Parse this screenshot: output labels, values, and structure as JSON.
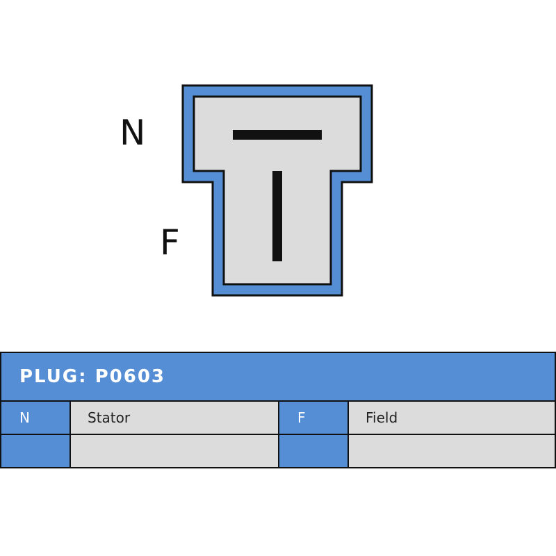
{
  "diagram": {
    "pin_labels": [
      "N",
      "F"
    ],
    "colors": {
      "housing_outer": "#558ed5",
      "housing_inner": "#dcdcdc",
      "outline": "#111111",
      "terminal": "#111111"
    }
  },
  "table": {
    "title": "PLUG: P0603",
    "rows": [
      {
        "code_1": "N",
        "desc_1": "Stator",
        "code_2": "F",
        "desc_2": "Field"
      },
      {
        "code_1": "",
        "desc_1": "",
        "code_2": "",
        "desc_2": ""
      }
    ],
    "colors": {
      "header_bg": "#558ed5",
      "code_bg": "#558ed5",
      "desc_bg": "#dcdcdc"
    }
  }
}
